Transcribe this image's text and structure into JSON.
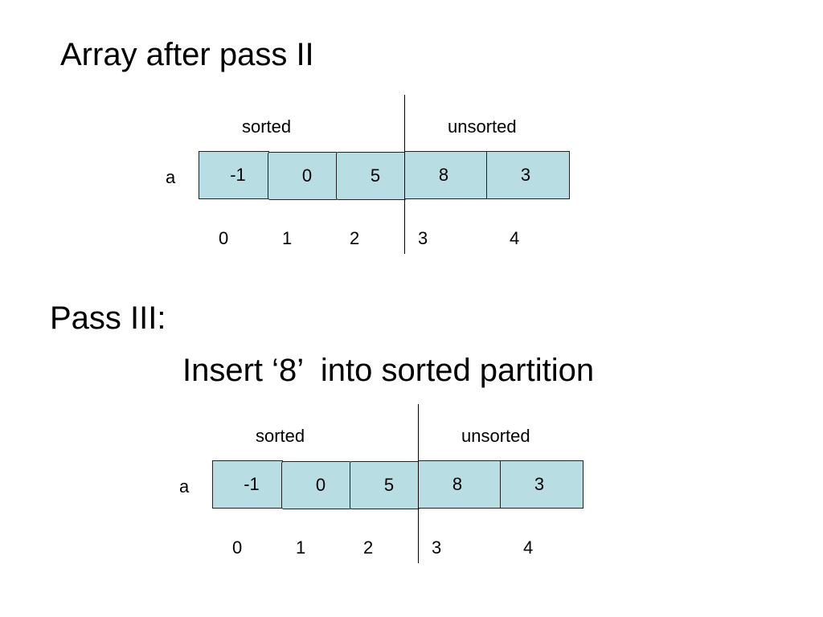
{
  "slide": {
    "title": "Array after pass II",
    "pass_heading": "Pass III:",
    "pass_instruction": "Insert ‘8’  into sorted partition"
  },
  "diagrams": [
    {
      "sorted_label": "sorted",
      "unsorted_label": "unsorted",
      "array_name": "a",
      "cells": [
        "-1",
        "0",
        "5",
        "8",
        "3"
      ],
      "indices": [
        "0",
        "1",
        "2",
        "3",
        "4"
      ]
    },
    {
      "sorted_label": "sorted",
      "unsorted_label": "unsorted",
      "array_name": "a",
      "cells": [
        "-1",
        "0",
        "5",
        "8",
        "3"
      ],
      "indices": [
        "0",
        "1",
        "2",
        "3",
        "4"
      ]
    }
  ],
  "colors": {
    "cell_fill": "#b8dde2",
    "cell_border": "#222222",
    "text": "#000000",
    "background": "#ffffff"
  }
}
